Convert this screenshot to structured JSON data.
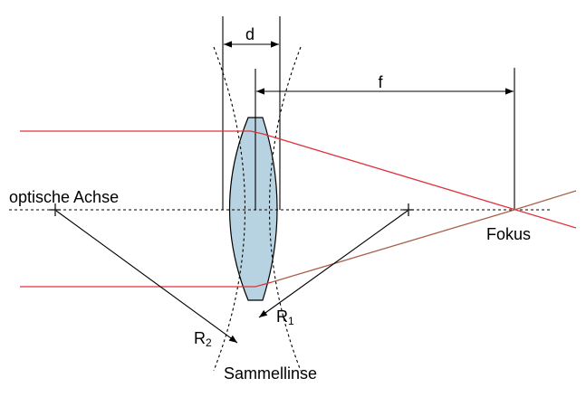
{
  "labels": {
    "thickness": "d",
    "focal_length": "f",
    "axis": "optische Achse",
    "focus": "Fokus",
    "radius_1_letter": "R",
    "radius_1_index": "1",
    "radius_2_letter": "R",
    "radius_2_index": "2",
    "lens_name": "Sammellinse"
  },
  "colors": {
    "ray_upper": "#e0303a",
    "ray_lower_before": "#e0303a",
    "ray_lower_after": "#a8604a",
    "lens_fill": "#b7d3e2",
    "lines": "#000000"
  }
}
